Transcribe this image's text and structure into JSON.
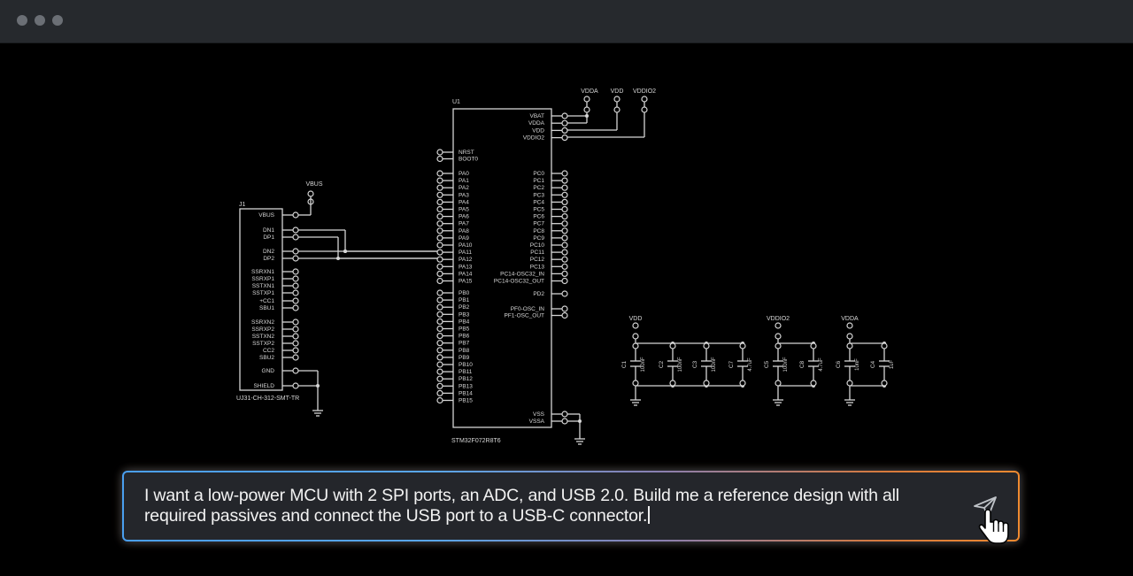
{
  "window": {
    "controls": [
      "close",
      "minimize",
      "maximize"
    ]
  },
  "schematic": {
    "connector": {
      "ref": "J1",
      "part": "UJ31-CH-312-SMT-TR",
      "net_label": "VBUS",
      "pins": [
        "VBUS",
        "DN1",
        "DP1",
        "DN2",
        "DP2",
        "SSRXN1",
        "SSRXP1",
        "SSTXN1",
        "SSTXP1",
        "+CC1",
        "SBU1",
        "SSRXN2",
        "SSRXP2",
        "SSTXN2",
        "SSTXP2",
        "CC2",
        "SBU2",
        "GND",
        "SHIELD"
      ]
    },
    "mcu": {
      "ref": "U1",
      "part": "STM32F072R8T6",
      "left_pins_top": [
        "NRST",
        "BOOT0"
      ],
      "left_pins_a": [
        "PA0",
        "PA1",
        "PA2",
        "PA3",
        "PA4",
        "PA5",
        "PA6",
        "PA7",
        "PA8",
        "PA9",
        "PA10",
        "PA11",
        "PA12",
        "PA13",
        "PA14",
        "PA15"
      ],
      "left_pins_b": [
        "PB0",
        "PB1",
        "PB2",
        "PB3",
        "PB4",
        "PB5",
        "PB6",
        "PB7",
        "PB8",
        "PB9",
        "PB10",
        "PB11",
        "PB12",
        "PB13",
        "PB14",
        "PB15"
      ],
      "right_pins_power": [
        "VBAT",
        "VDDA",
        "VDD",
        "VDDIO2"
      ],
      "right_pins_c": [
        "PC0",
        "PC1",
        "PC2",
        "PC3",
        "PC4",
        "PC5",
        "PC6",
        "PC7",
        "PC8",
        "PC9",
        "PC10",
        "PC11",
        "PC12",
        "PC13",
        "PC14-OSC32_IN",
        "PC14-OSC32_OUT"
      ],
      "right_pins_d": [
        "PD2"
      ],
      "right_pins_f": [
        "PF0-OSC_IN",
        "PF1-OSC_OUT"
      ],
      "right_pins_gnd": [
        "VSS",
        "VSSA"
      ],
      "power_nets": [
        "VDDA",
        "VDD",
        "VDDIO2"
      ]
    },
    "decoupling": [
      {
        "net": "VDD",
        "caps": [
          {
            "ref": "C1",
            "value": "100nF"
          },
          {
            "ref": "C2",
            "value": "100nF"
          },
          {
            "ref": "C3",
            "value": "100nF"
          },
          {
            "ref": "C7",
            "value": "4.7uF"
          }
        ]
      },
      {
        "net": "VDDIO2",
        "caps": [
          {
            "ref": "C5",
            "value": "100nF"
          },
          {
            "ref": "C8",
            "value": "4.7uF"
          }
        ]
      },
      {
        "net": "VDDA",
        "caps": [
          {
            "ref": "C6",
            "value": "10nF"
          },
          {
            "ref": "C4",
            "value": "1uF"
          }
        ]
      }
    ]
  },
  "prompt": {
    "text": "I want a low-power MCU with 2 SPI ports, an ADC, and USB 2.0. Build me a reference design with all required passives and connect the USB port to a USB-C connector.",
    "send_icon": "send-icon",
    "colors": {
      "gradient_left": "#4a9ff0",
      "gradient_right": "#f08a30",
      "box": "#24262b"
    }
  }
}
